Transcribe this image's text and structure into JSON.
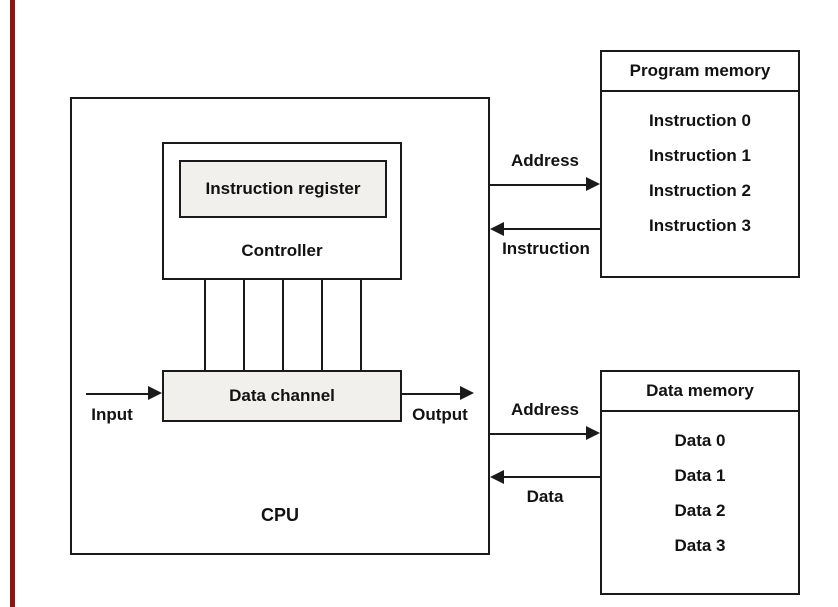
{
  "cpu": {
    "label": "CPU",
    "controller_label": "Controller",
    "instruction_register_label": "Instruction register",
    "data_channel_label": "Data channel",
    "input_label": "Input",
    "output_label": "Output"
  },
  "program_memory": {
    "title": "Program memory",
    "rows": [
      "Instruction 0",
      "Instruction 1",
      "Instruction 2",
      "Instruction 3"
    ]
  },
  "data_memory": {
    "title": "Data memory",
    "rows": [
      "Data 0",
      "Data 1",
      "Data 2",
      "Data 3"
    ]
  },
  "buses": {
    "program_address_label": "Address",
    "instruction_label": "Instruction",
    "data_address_label": "Address",
    "data_label": "Data"
  },
  "colors": {
    "line": "#1a1a1a",
    "box_fill": "#f2f0ec",
    "page_edge": "#8e1414"
  }
}
